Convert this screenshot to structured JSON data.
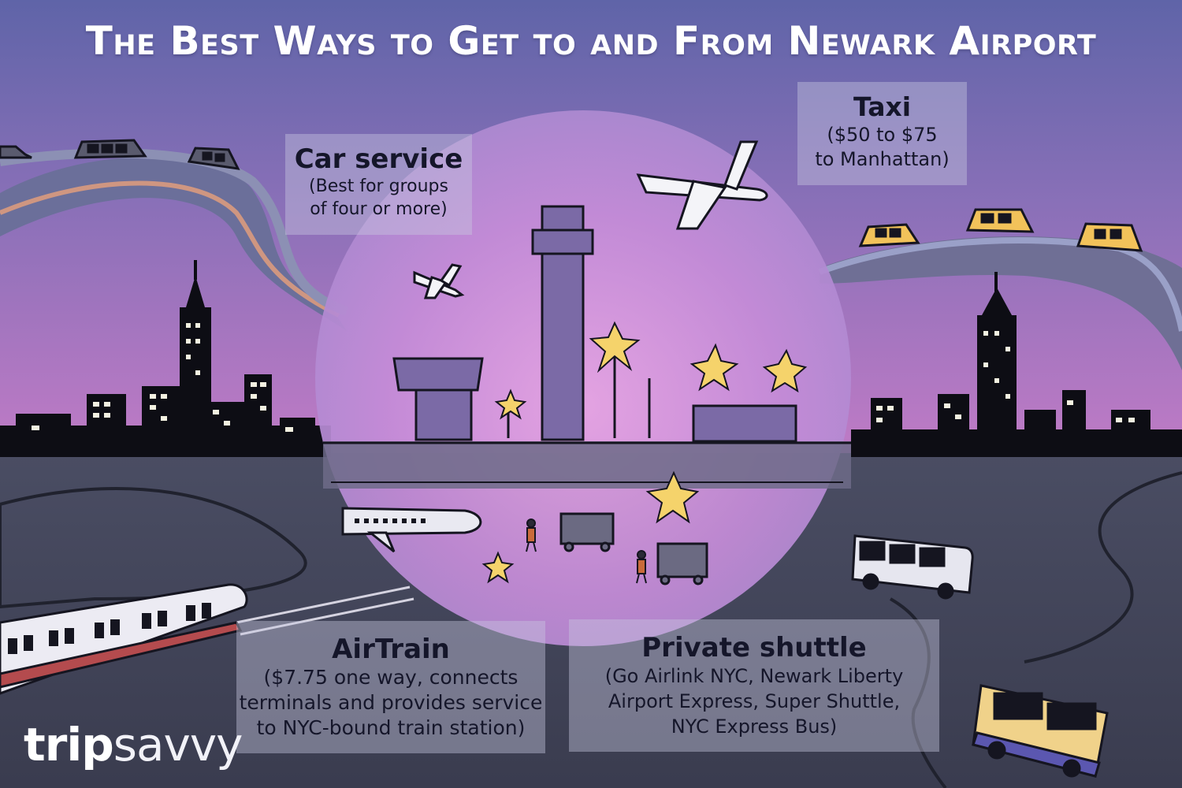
{
  "title": "The Best Ways to Get to and From Newark Airport",
  "options": {
    "car_service": {
      "heading": "Car service",
      "detail": "(Best for groups\nof four or more)"
    },
    "taxi": {
      "heading": "Taxi",
      "detail": "($50 to $75\nto Manhattan)"
    },
    "airtrain": {
      "heading": "AirTrain",
      "detail": "($7.75 one way, connects\nterminals and provides service\nto NYC-bound train station)"
    },
    "private_shuttle": {
      "heading": "Private shuttle",
      "detail": "(Go Airlink NYC,  Newark Liberty\nAirport Express, Super Shuttle,\nNYC Express Bus)"
    }
  },
  "logo": {
    "part1": "trip",
    "part2": "savvy"
  },
  "colors": {
    "sky_top": "#5f66a6",
    "sky_bottom": "#c77fc9",
    "ground": "#3f4256",
    "skyline": "#0d0d14",
    "window_lights": "#f3f1e1",
    "taxi_yellow": "#f2c25a",
    "star_yellow": "#f5d36b",
    "text_dark": "#15162a"
  },
  "icons": [
    "airplane-icon",
    "control-tower-icon",
    "train-icon",
    "bus-icon",
    "taxi-icon",
    "car-icon",
    "star-icon"
  ]
}
